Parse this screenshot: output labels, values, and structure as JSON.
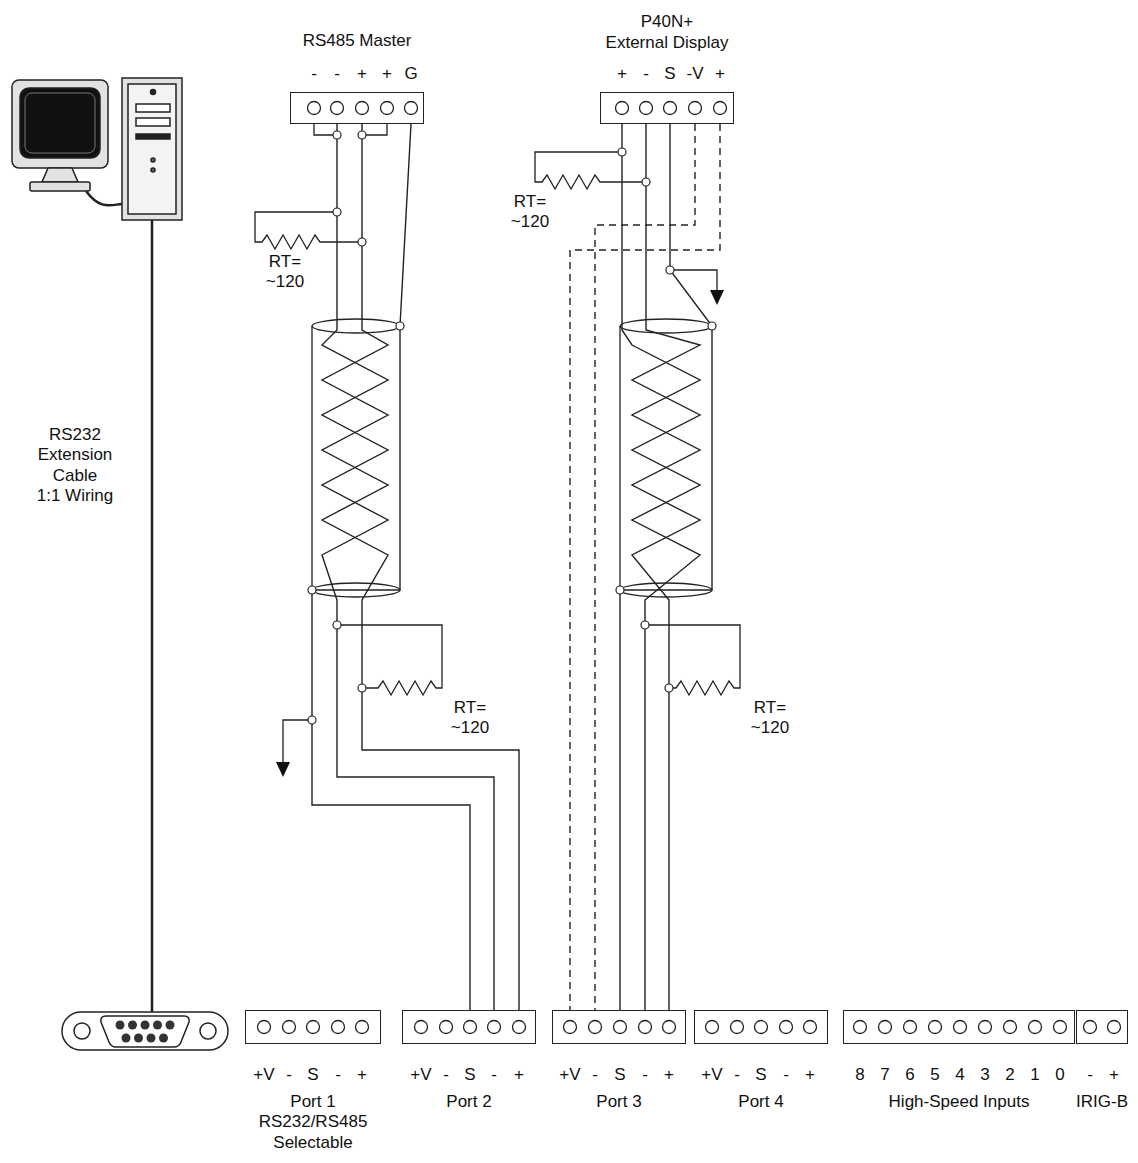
{
  "diagram": {
    "nodes": [
      {
        "text": [
          "RS485 Master"
        ]
      },
      {
        "text": [
          "P40N+ External Display"
        ]
      },
      {
        "text": [
          "Port 1 RS232/RS485 Selectable"
        ]
      },
      {
        "text": [
          "Port 2"
        ]
      },
      {
        "text": [
          "Port 3"
        ]
      },
      {
        "text": [
          "Port 4"
        ]
      },
      {
        "text": [
          "High-Speed Inputs"
        ]
      },
      {
        "text": [
          "IRIG-B"
        ]
      }
    ],
    "edges": [
      {
        "from": 0,
        "to": 3,
        "arrow": "none"
      },
      {
        "from": 0,
        "to": 3,
        "arrow": "none"
      },
      {
        "from": 0,
        "to": 3,
        "arrow": "none"
      },
      {
        "from": 1,
        "to": 4,
        "arrow": "none"
      },
      {
        "from": 1,
        "to": 4,
        "arrow": "none"
      },
      {
        "from": 1,
        "to": 4,
        "arrow": "none"
      },
      {
        "from": 1,
        "to": 4,
        "arrow": "none"
      },
      {
        "from": 1,
        "to": 4,
        "arrow": "none"
      }
    ],
    "labels": [
      "RS232 Extension Cable 1:1 Wiring",
      "-",
      "-",
      "+",
      "+",
      "G",
      "+",
      "-",
      "S",
      "-V",
      "+",
      "RT= ~120 Ohms",
      "RT= ~120 Ohms",
      "RT= ~120 Ohms",
      "RT= ~120 Ohms",
      "+V",
      "-",
      "S",
      "-",
      "+",
      "+V",
      "-",
      "S",
      "-",
      "+",
      "+V",
      "-",
      "S",
      "-",
      "+",
      "+V",
      "-",
      "S",
      "-",
      "+",
      "8",
      "7",
      "6",
      "5",
      "4",
      "3",
      "2",
      "1",
      "0",
      "-",
      "+"
    ]
  }
}
